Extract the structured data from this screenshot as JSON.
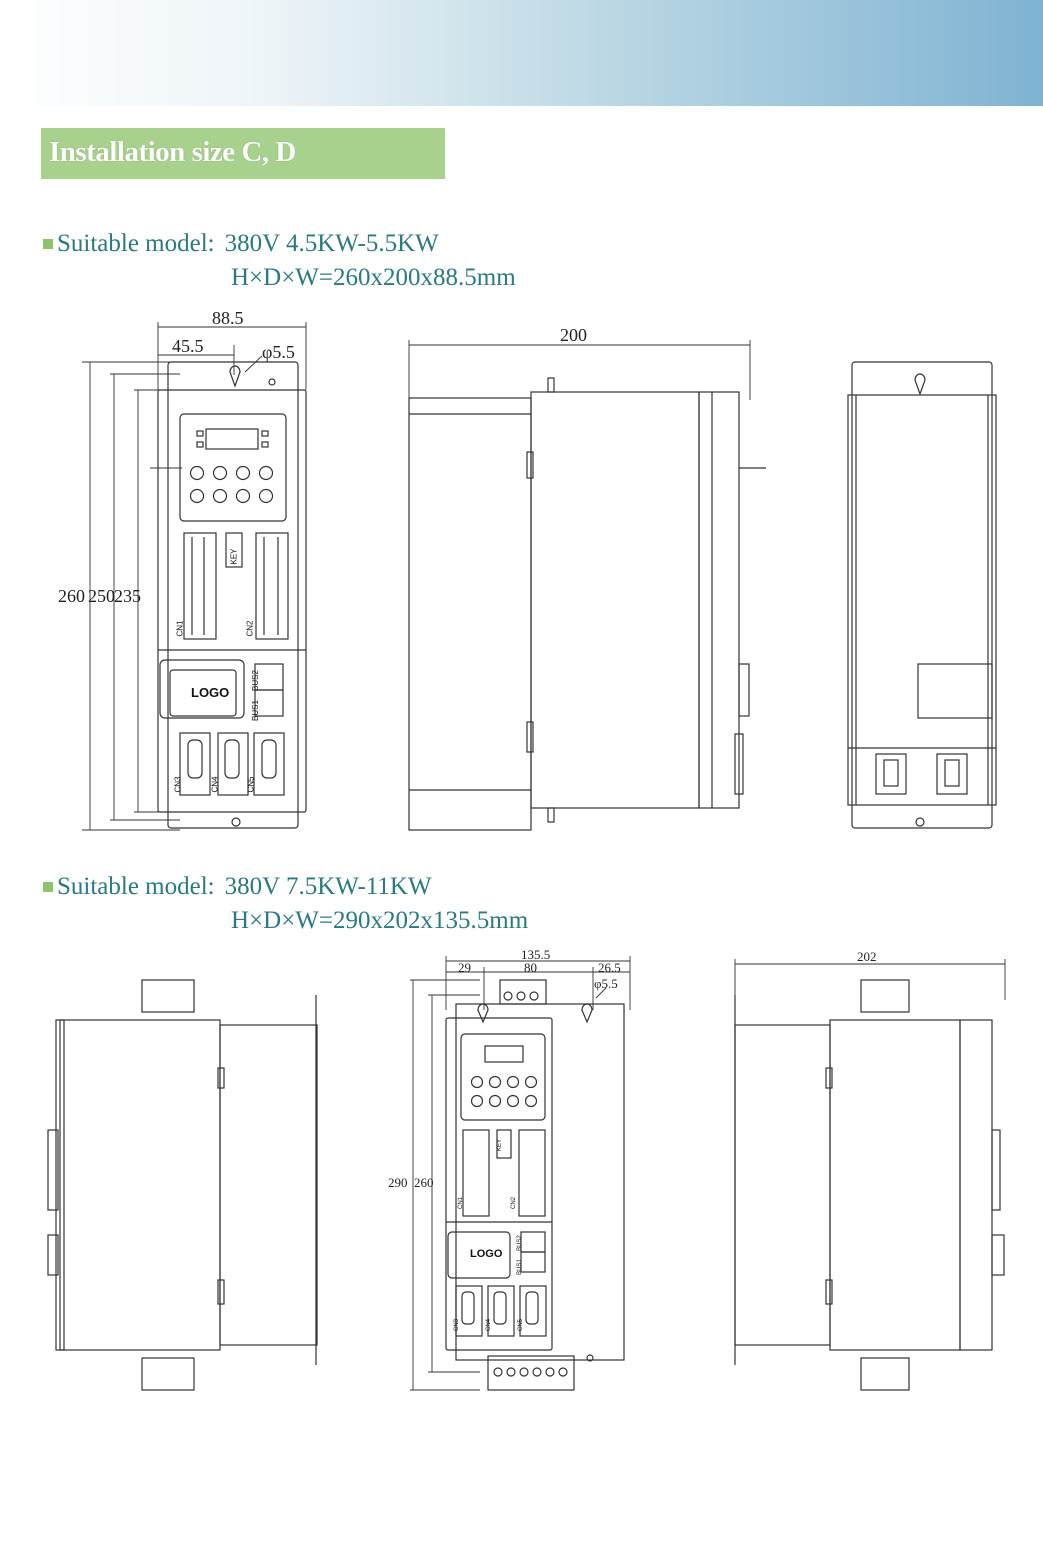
{
  "header": {
    "title": "Installation size C, D",
    "colors": {
      "banner_start": "#ffffff",
      "banner_end": "#7fb3d3",
      "title_bg": "#a9d18e",
      "model_text": "#2a7a80",
      "bullet": "#8fc36b"
    }
  },
  "section1": {
    "label": "Suitable model:",
    "model": "380V 4.5KW-5.5KW",
    "dims": "H×D×W=260x200x88.5mm",
    "front": {
      "width": "88.5",
      "offset": "45.5",
      "hole": "φ5.5",
      "h1": "260",
      "h2": "250",
      "h3": "235"
    },
    "side": {
      "depth": "200"
    },
    "labels": {
      "key": "KEY",
      "cn1": "CN1",
      "cn2": "CN2",
      "cn3": "CN3",
      "cn4": "CN4",
      "cn5": "CN5",
      "bus1": "BUS1",
      "bus2": "BUS2",
      "logo": "LOGO"
    }
  },
  "section2": {
    "label": "Suitable model:",
    "model": "380V 7.5KW-11KW",
    "dims": "H×D×W=290x202x135.5mm",
    "front": {
      "width": "135.5",
      "left": "29",
      "mid": "80",
      "right": "26.5",
      "hole": "φ5.5",
      "h1": "290",
      "h2": "260"
    },
    "side": {
      "depth": "202"
    },
    "labels": {
      "key": "KEY",
      "cn1": "CN1",
      "cn2": "CN2",
      "cn3": "CN3",
      "cn4": "CN4",
      "cn5": "CN5",
      "bus1": "BUS1",
      "bus2": "BUS2",
      "logo": "LOGO"
    }
  }
}
